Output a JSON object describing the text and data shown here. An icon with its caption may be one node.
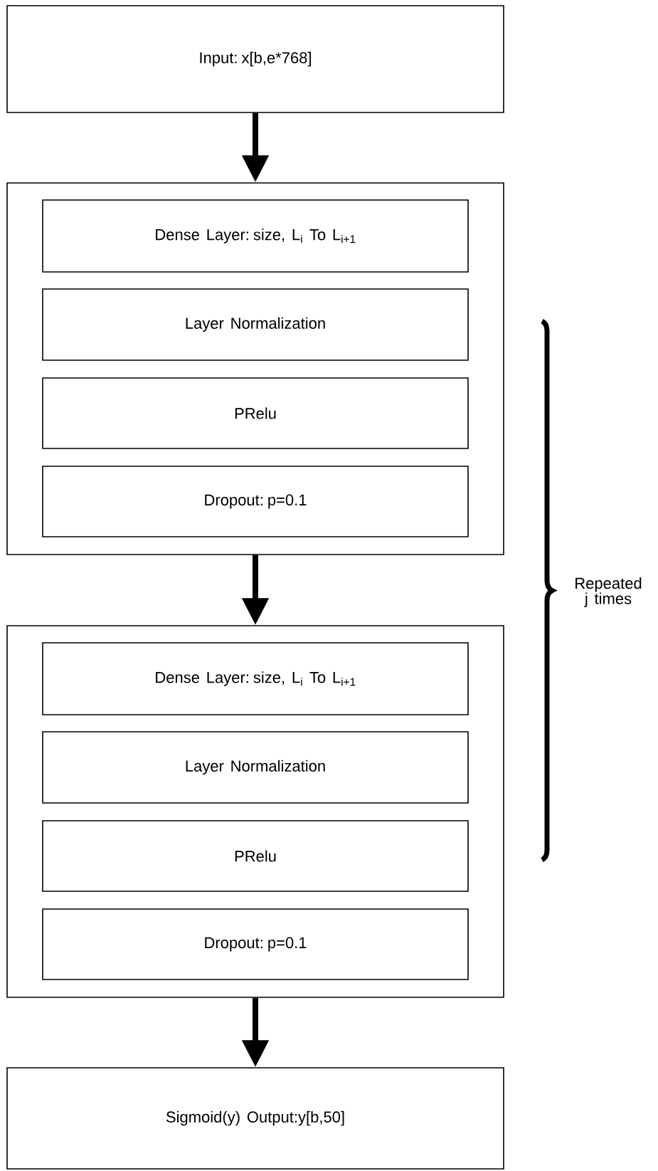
{
  "diagram": {
    "nodes": [
      {
        "text": [
          "Input: x[b,e*768]"
        ]
      },
      {
        "text": [],
        "shape": "box"
      },
      {
        "text": [
          "Dense Layer: size, L$_{i}$ To L$_{i+1}$"
        ],
        "in": 1
      },
      {
        "text": [
          "Layer Normalization"
        ],
        "in": 1
      },
      {
        "text": [
          "PRelu"
        ],
        "in": 1
      },
      {
        "text": [
          "Dropout: p=0.1"
        ],
        "in": 1
      },
      {
        "text": [],
        "shape": "box"
      },
      {
        "text": [
          "Dense Layer: size, L$_{i}$ To L$_{i+1}$"
        ],
        "in": 6
      },
      {
        "text": [
          "Layer Normalization"
        ],
        "in": 6
      },
      {
        "text": [
          "PRelu"
        ],
        "in": 6
      },
      {
        "text": [
          "Dropout: p=0.1"
        ],
        "in": 6
      },
      {
        "text": [
          "Sigmoid(y) Output:y[b,50]"
        ]
      }
    ],
    "edges": [
      {
        "from": 0,
        "to": 1,
        "arrow": "to"
      },
      {
        "from": 1,
        "to": 6,
        "arrow": "to"
      },
      {
        "from": 6,
        "to": 11,
        "arrow": "to"
      }
    ],
    "labels": [
      "Repeated j times"
    ]
  }
}
